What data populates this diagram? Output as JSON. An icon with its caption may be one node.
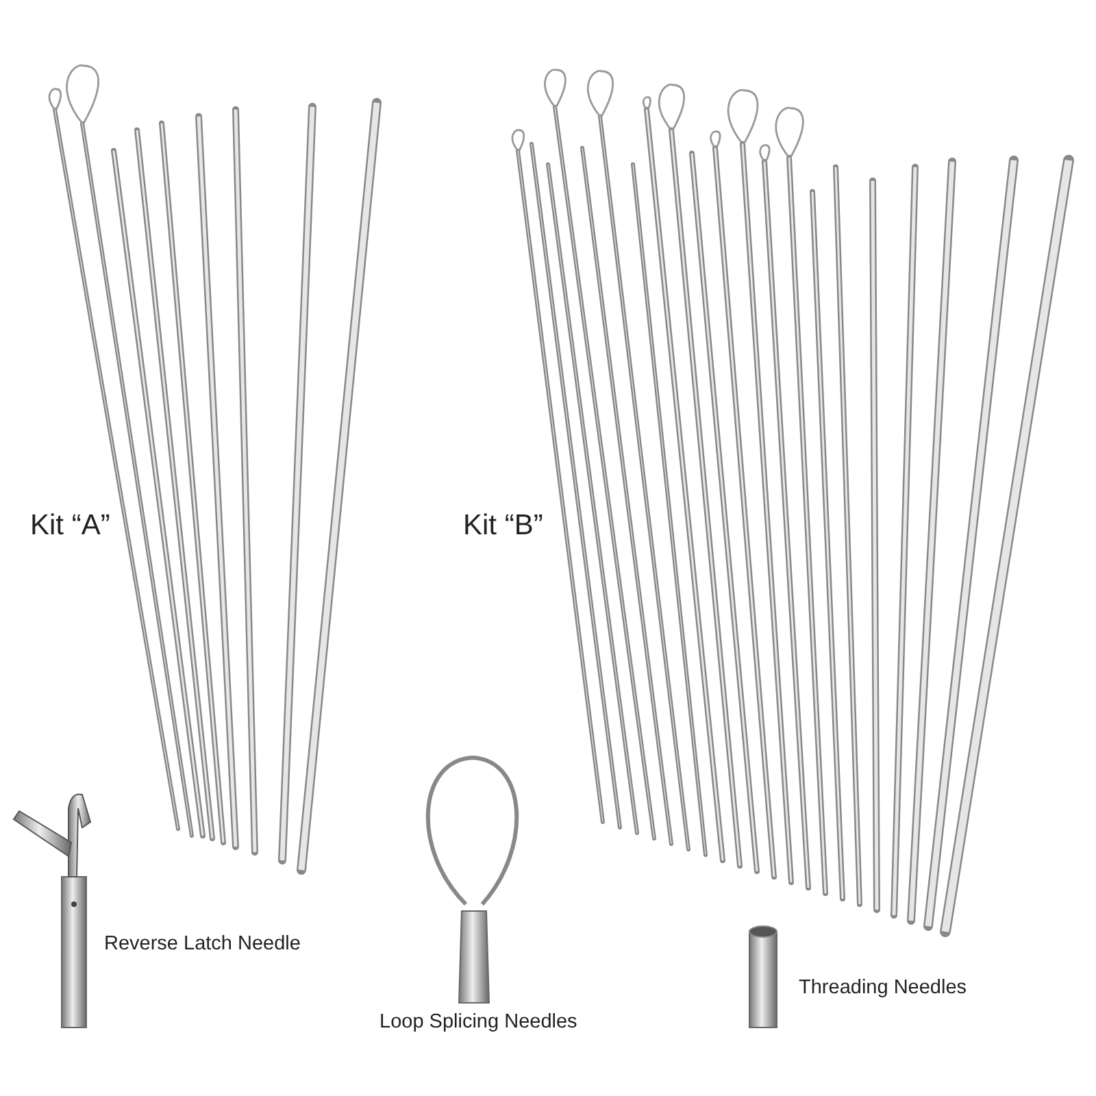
{
  "diagram": {
    "labels": [
      "Kit “A”",
      "Kit “B”",
      "Reverse Latch Needle",
      "Loop Splicing Needles",
      "Threading Needles"
    ]
  }
}
